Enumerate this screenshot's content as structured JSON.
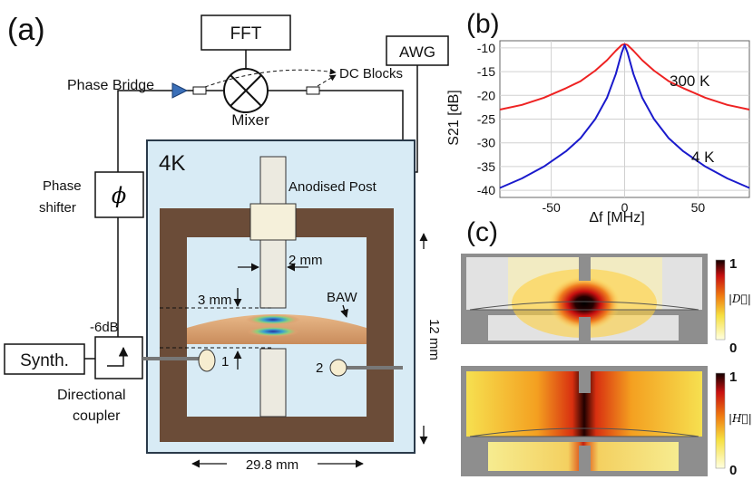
{
  "panel_a": {
    "label": "(a)",
    "fft": "FFT",
    "awg": "AWG",
    "phase_bridge": "Phase Bridge",
    "dc_blocks": "DC Blocks",
    "mixer": "Mixer",
    "four_k": "4K",
    "anodised_post": "Anodised Post",
    "phase": "Phase",
    "shifter": "shifter",
    "phi": "ϕ",
    "synth": "Synth.",
    "minus6db": "-6dB",
    "directional": "Directional",
    "coupler": "coupler",
    "dim_2mm": "2 mm",
    "dim_3mm": "3 mm",
    "baw": "BAW",
    "port1": "1",
    "port2": "2",
    "dim_12mm": "12 mm",
    "dim_29_8mm": "29.8 mm"
  },
  "panel_b": {
    "label": "(b)"
  },
  "panel_c": {
    "label": "(c)",
    "top_legend_max": "1",
    "top_legend_min": "0",
    "top_legend_title": "|D⃗|",
    "bottom_legend_max": "1",
    "bottom_legend_min": "0",
    "bottom_legend_title": "|H⃗|"
  },
  "chart_data": {
    "type": "line",
    "xlabel": "Δf [MHz]",
    "ylabel": "S21 [dB]",
    "xlim": [
      -85,
      85
    ],
    "ylim": [
      -41.5,
      -8.5
    ],
    "xticks": [
      -50,
      0,
      50
    ],
    "yticks": [
      -10,
      -15,
      -20,
      -25,
      -30,
      -35,
      -40
    ],
    "grid": true,
    "series": [
      {
        "name": "300 K",
        "color": "#ee2222",
        "x": [
          -85,
          -70,
          -55,
          -40,
          -30,
          -20,
          -12,
          -6,
          -2,
          0,
          2,
          6,
          12,
          20,
          30,
          40,
          55,
          70,
          85
        ],
        "values": [
          -23,
          -22,
          -20.5,
          -18.5,
          -17,
          -14.8,
          -12.6,
          -10.6,
          -9.4,
          -9.2,
          -9.4,
          -10.6,
          -12.6,
          -14.8,
          -17,
          -18.5,
          -20.5,
          -22,
          -23
        ]
      },
      {
        "name": "4 K",
        "color": "#1a1acc",
        "x": [
          -85,
          -70,
          -55,
          -40,
          -30,
          -20,
          -12,
          -6,
          -2,
          0,
          2,
          6,
          12,
          20,
          30,
          40,
          55,
          70,
          85
        ],
        "values": [
          -39.5,
          -37.5,
          -35,
          -31.8,
          -29,
          -25,
          -20.5,
          -15.5,
          -11,
          -9.4,
          -11,
          -15.5,
          -20.5,
          -25,
          -29,
          -31.8,
          -35,
          -37.5,
          -39.5
        ]
      }
    ]
  }
}
